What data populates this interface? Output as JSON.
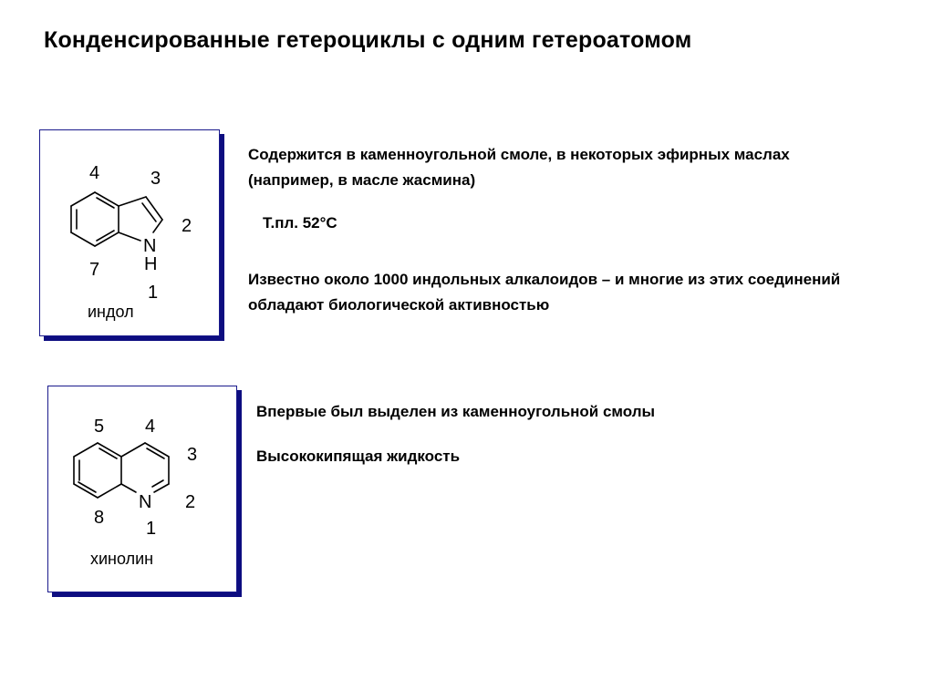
{
  "slide_title": "Конденсированные гетероциклы с одним гетероатомом",
  "indole": {
    "name": "индол",
    "labels": {
      "n4": "4",
      "n3": "3",
      "n2": "2",
      "N": "N",
      "H": "H",
      "n7": "7",
      "n1": "1"
    },
    "text_occurrence": "Содержится в каменноугольной смоле, в некоторых эфирных маслах (например, в масле жасмина)",
    "text_mp": "Т.пл. 52°С",
    "text_alkaloids": "Известно около 1000 индольных алкалоидов – и многие из этих соединений обладают биологической активностью"
  },
  "quinoline": {
    "name": "хинолин",
    "labels": {
      "n5": "5",
      "n4": "4",
      "n3": "3",
      "n2": "2",
      "N": "N",
      "n8": "8",
      "n1": "1"
    },
    "text_isolated": "Впервые был выделен из каменноугольной смолы",
    "text_liquid": "Высококипящая жидкость"
  },
  "colors": {
    "frame_border": "#1a1a8c",
    "frame_shadow": "#0d0d80"
  }
}
